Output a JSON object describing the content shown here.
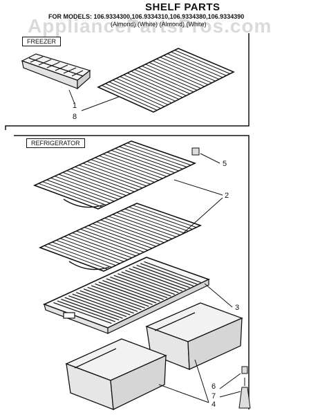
{
  "header": {
    "title": "SHELF PARTS",
    "models": "FOR MODELS: 106.9334300,106.9334310,106.9334380,106.9334390",
    "colors": "(Almond)    (White)    (Almond)    (White)"
  },
  "watermark": "AppliancePartsPros.com",
  "sections": {
    "freezer": "FREEZER",
    "refrigerator": "REFRIGERATOR"
  },
  "callouts": {
    "c1": "1",
    "c8": "8",
    "c5": "5",
    "c2": "2",
    "c3": "3",
    "c6": "6",
    "c7": "7",
    "c4": "4"
  }
}
